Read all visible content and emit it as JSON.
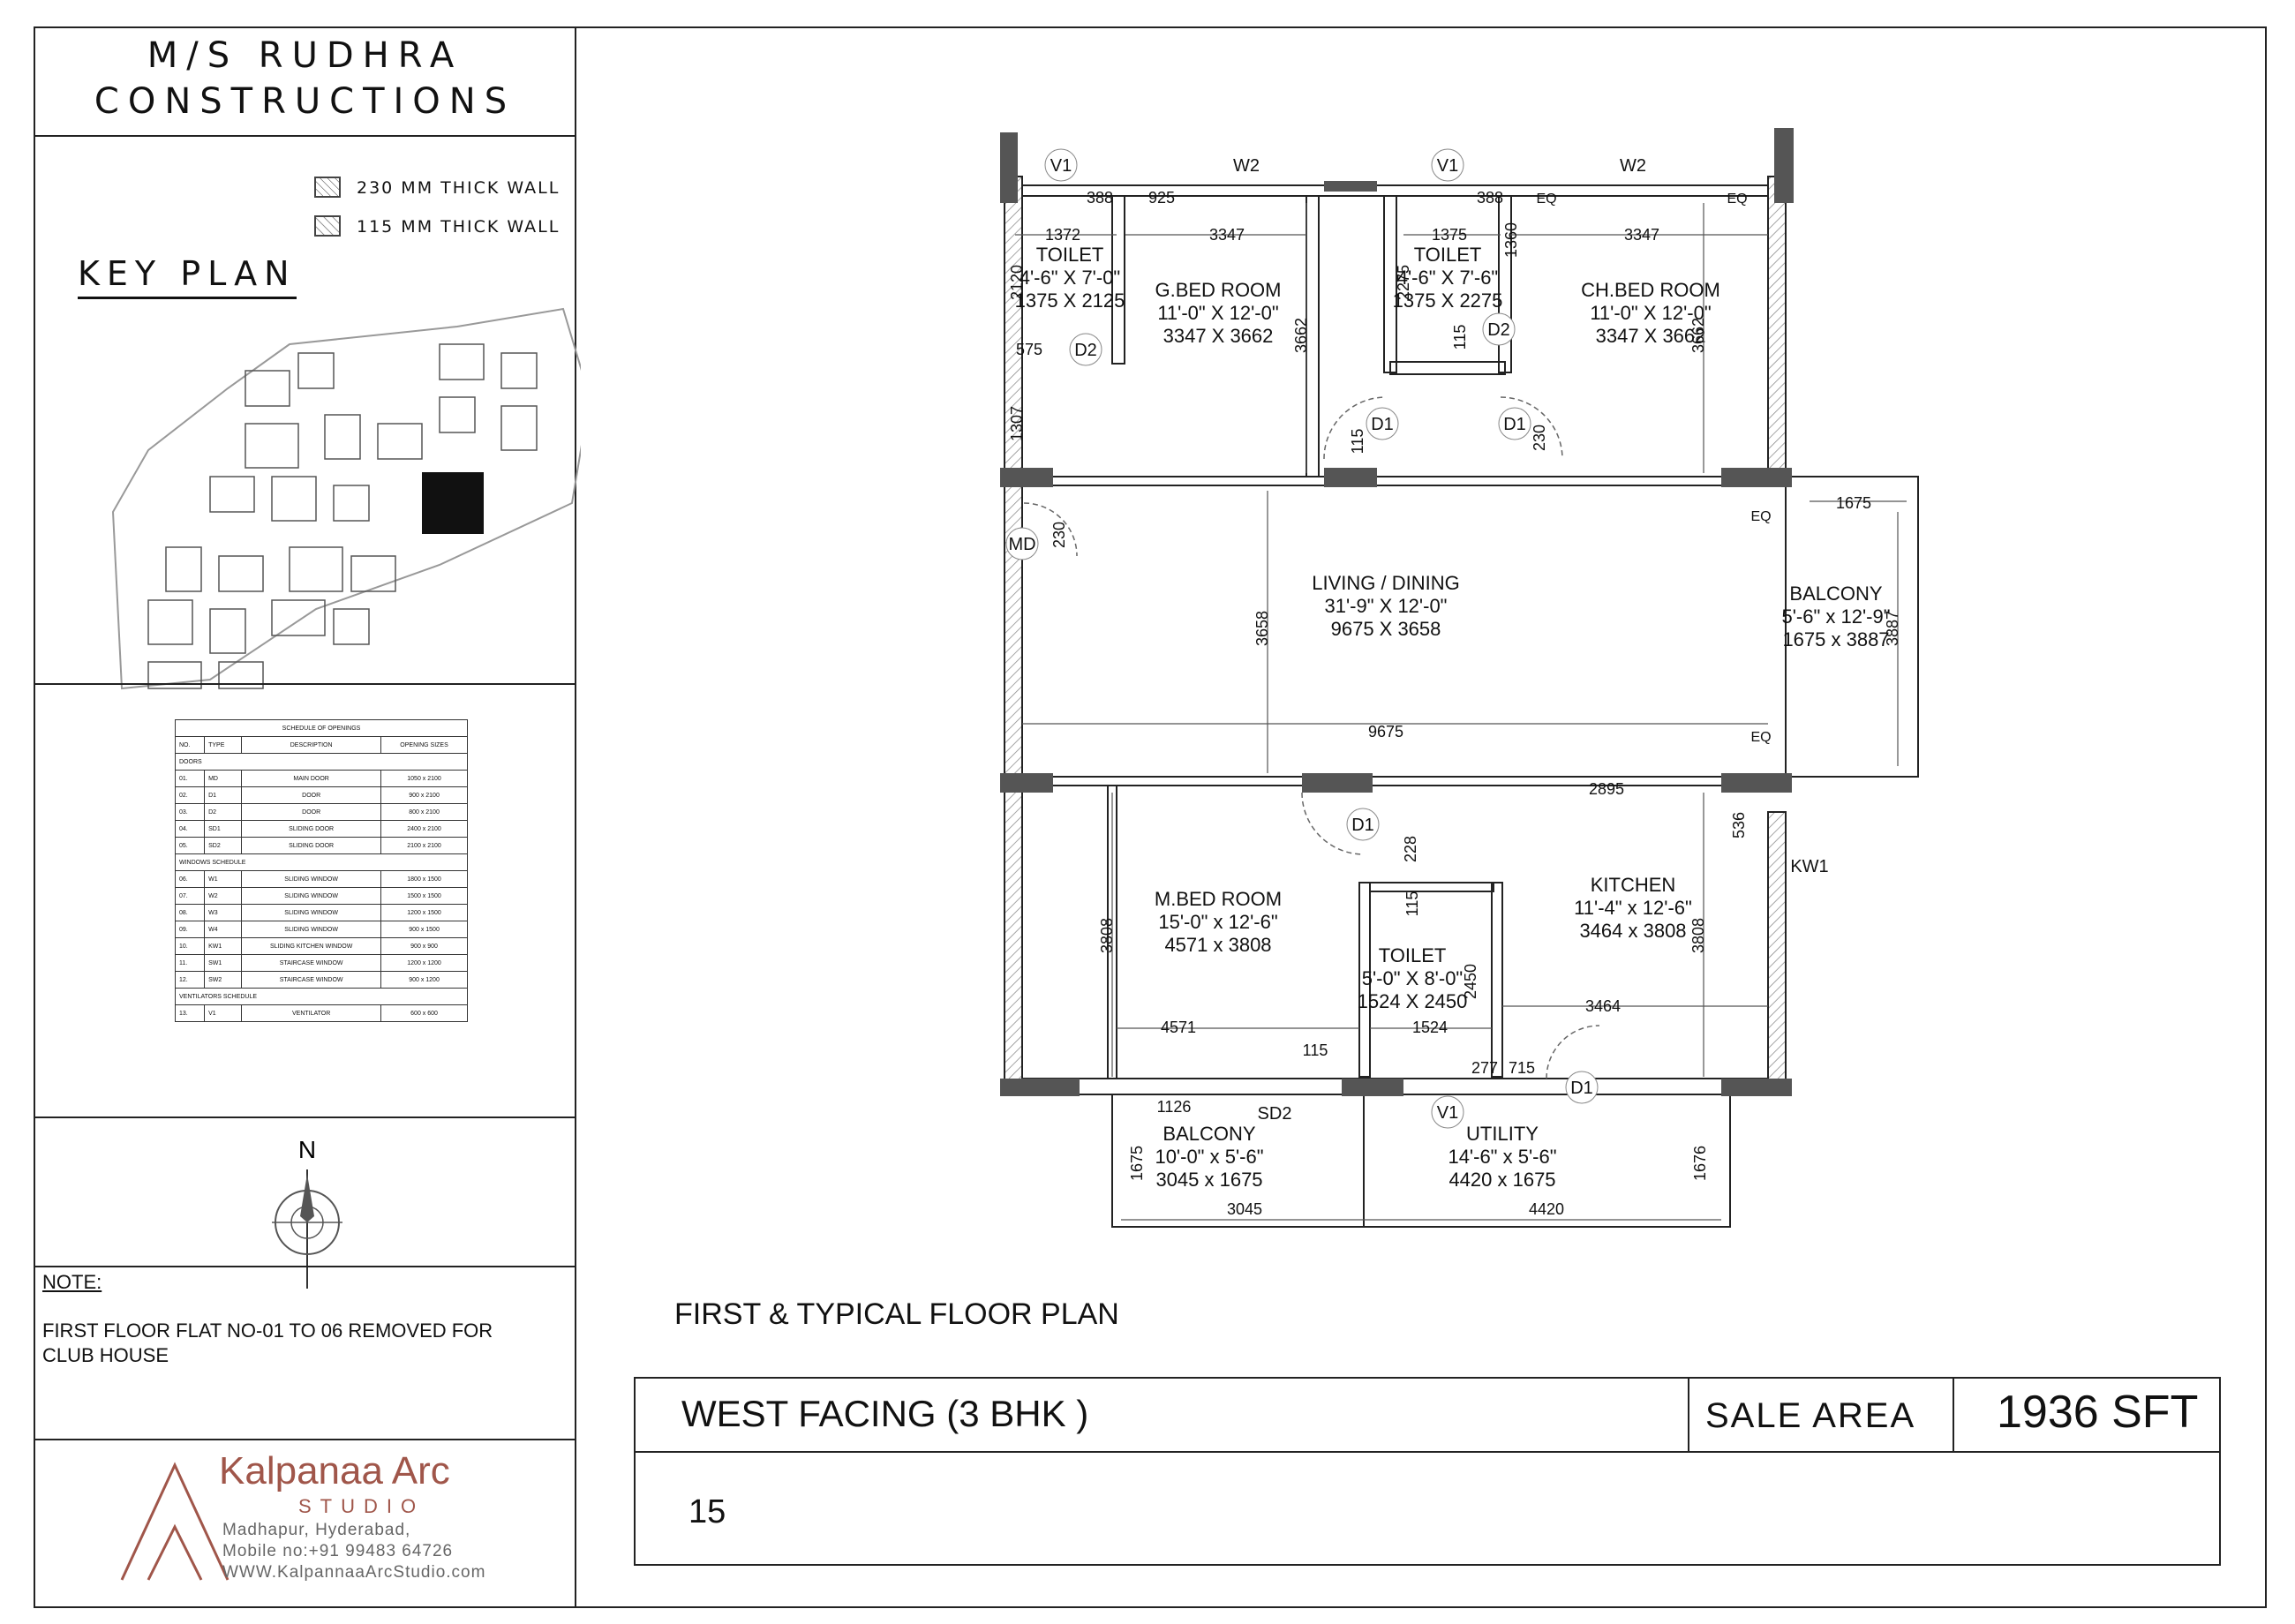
{
  "company": {
    "line1": "M/S RUDHRA",
    "line2": "CONSTRUCTIONS"
  },
  "legend": {
    "item1": "230 MM THICK WALL",
    "item2": "115 MM THICK WALL"
  },
  "keyplan_title": "KEY PLAN",
  "schedule": {
    "title": "SCHEDULE OF OPENINGS",
    "headers": [
      "NO.",
      "TYPE",
      "DESCRIPTION",
      "OPENING SIZES"
    ],
    "doors_label": "DOORS",
    "doors": [
      [
        "01.",
        "MD",
        "MAIN DOOR",
        "1050 x 2100"
      ],
      [
        "02.",
        "D1",
        "DOOR",
        "900 x 2100"
      ],
      [
        "03.",
        "D2",
        "DOOR",
        "800 x 2100"
      ],
      [
        "04.",
        "SD1",
        "SLIDING DOOR",
        "2400 x 2100"
      ],
      [
        "05.",
        "SD2",
        "SLIDING DOOR",
        "2100 x 2100"
      ]
    ],
    "windows_label": "WINDOWS SCHEDULE",
    "windows": [
      [
        "06.",
        "W1",
        "SLIDING WINDOW",
        "1800 x 1500"
      ],
      [
        "07.",
        "W2",
        "SLIDING WINDOW",
        "1500 x 1500"
      ],
      [
        "08.",
        "W3",
        "SLIDING WINDOW",
        "1200 x 1500"
      ],
      [
        "09.",
        "W4",
        "SLIDING WINDOW",
        "900 x 1500"
      ],
      [
        "10.",
        "KW1",
        "SLIDING KITCHEN WINDOW",
        "900 x 900"
      ],
      [
        "11.",
        "SW1",
        "STAIRCASE WINDOW",
        "1200 x 1200"
      ],
      [
        "12.",
        "SW2",
        "STAIRCASE WINDOW",
        "900 x 1200"
      ]
    ],
    "ventilators_label": "VENTILATORS SCHEDULE",
    "ventilators": [
      [
        "13.",
        "V1",
        "VENTILATOR",
        "600 x 600"
      ]
    ]
  },
  "north_label": "N",
  "note": {
    "heading": "NOTE:",
    "text": "FIRST FLOOR  FLAT NO-01 TO 06 REMOVED FOR CLUB HOUSE"
  },
  "architect": {
    "name": "Kalpanaa Arc",
    "studio": "STUDIO",
    "address1": "Madhapur, Hyderabad,",
    "mobile": "Mobile no:+91 99483 64726",
    "web": "WWW.KalpannaaArcStudio.com"
  },
  "plan_title": "FIRST & TYPICAL FLOOR PLAN",
  "title_block": {
    "facing": "WEST FACING  (3 BHK )",
    "sale_label": "SALE AREA",
    "sale_value": "1936 SFT",
    "sheet_no": "15"
  },
  "rooms": {
    "toilet1": {
      "name": "TOILET",
      "imperial": "4'-6\" X 7'-0\"",
      "metric": "1375 X 2125"
    },
    "gbed": {
      "name": "G.BED ROOM",
      "imperial": "11'-0\" X 12'-0\"",
      "metric": "3347 X 3662"
    },
    "toilet2": {
      "name": "TOILET",
      "imperial": "4'-6\" X 7'-6\"",
      "metric": "1375 X 2275"
    },
    "chbed": {
      "name": "CH.BED ROOM",
      "imperial": "11'-0\" X 12'-0\"",
      "metric": "3347 X 3662"
    },
    "living": {
      "name": "LIVING / DINING",
      "imperial": "31'-9\" X 12'-0\"",
      "metric": "9675 X 3658"
    },
    "balcony1": {
      "name": "BALCONY",
      "imperial": "5'-6\" x 12'-9\"",
      "metric": "1675 x 3887"
    },
    "mbed": {
      "name": "M.BED ROOM",
      "imperial": "15'-0\" x 12'-6\"",
      "metric": "4571 x 3808"
    },
    "toilet3": {
      "name": "TOILET",
      "imperial": "5'-0\" X 8'-0\"",
      "metric": "1524 X 2450"
    },
    "kitchen": {
      "name": "KITCHEN",
      "imperial": "11'-4\" x 12'-6\"",
      "metric": "3464 x 3808"
    },
    "balcony2": {
      "name": "BALCONY",
      "imperial": "10'-0\" x 5'-6\"",
      "metric": "3045 x 1675"
    },
    "utility": {
      "name": "UTILITY",
      "imperial": "14'-6\" x 5'-6\"",
      "metric": "4420 x 1675"
    }
  },
  "openings": {
    "v1": "V1",
    "w2": "W2",
    "d1": "D1",
    "d2": "D2",
    "md": "MD",
    "sd2": "SD2",
    "kw1": "KW1",
    "eq": "EQ"
  },
  "dims": {
    "d388": "388",
    "d925": "925",
    "d1372": "1372",
    "d3347": "3347",
    "d1375": "1375",
    "d1360": "1360",
    "d2120": "2120",
    "d2275": "2275",
    "d575": "575",
    "d3662": "3662",
    "d115": "115",
    "d1307": "1307",
    "d230": "230",
    "d1675": "1675",
    "d3658": "3658",
    "d3887": "3887",
    "d9675": "9675",
    "d2895": "2895",
    "d536": "536",
    "d228": "228",
    "d3808": "3808",
    "d2450": "2450",
    "d3464": "3464",
    "d4571": "4571",
    "d1524": "1524",
    "d277": "277",
    "d715": "715",
    "d1126": "1126",
    "d1676": "1676",
    "d3045": "3045",
    "d4420": "4420"
  }
}
